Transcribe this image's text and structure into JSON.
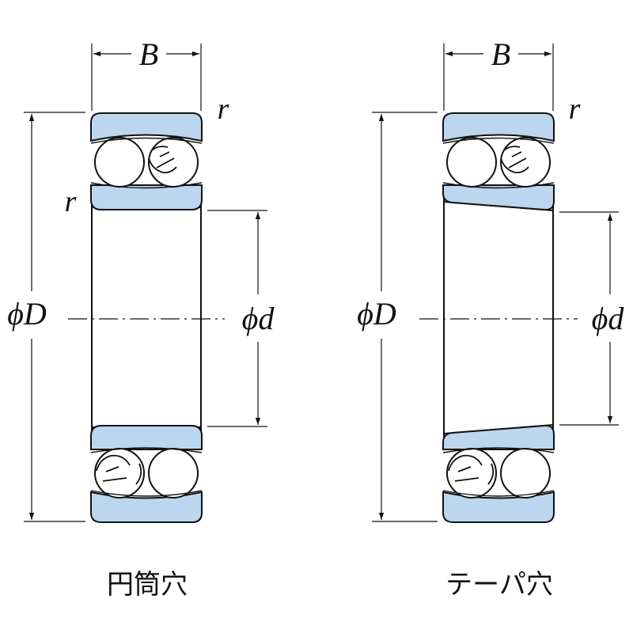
{
  "colors": {
    "ring_fill": "#bcd6ef",
    "outline": "#111111",
    "background": "#ffffff"
  },
  "bearings": [
    {
      "bore_type": "cylindrical",
      "caption": "円筒穴",
      "width_label": "B",
      "outer_dia_label": "ϕD",
      "bore_dia_label": "ϕd",
      "chamfer_label_outer": "r",
      "chamfer_label_inner": "r"
    },
    {
      "bore_type": "tapered",
      "caption": "テーパ穴",
      "width_label": "B",
      "outer_dia_label": "ϕD",
      "bore_dia_label": "ϕd",
      "chamfer_label_outer": "r"
    }
  ]
}
